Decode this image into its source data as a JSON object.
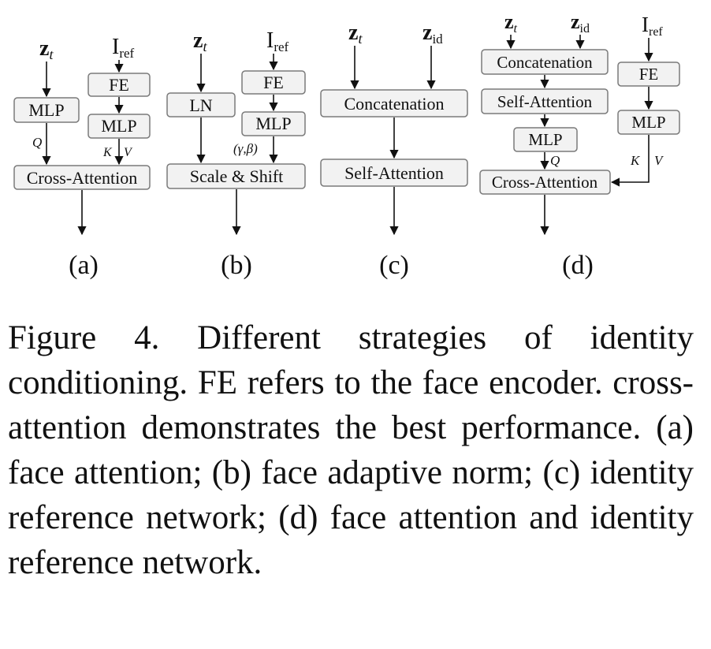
{
  "panels": {
    "a": {
      "tag": "(a)",
      "inputs": {
        "z": "z",
        "z_sub": "t",
        "ref": "I",
        "ref_sub": "ref"
      },
      "boxes": {
        "mlp_left": "MLP",
        "fe": "FE",
        "mlp_right": "MLP",
        "cross": "Cross-Attention"
      },
      "edges": {
        "q": "Q",
        "k": "K",
        "v": "V"
      }
    },
    "b": {
      "tag": "(b)",
      "inputs": {
        "z": "z",
        "z_sub": "t",
        "ref": "I",
        "ref_sub": "ref"
      },
      "boxes": {
        "ln": "LN",
        "fe": "FE",
        "mlp": "MLP",
        "scale": "Scale & Shift"
      },
      "edges": {
        "gamma_beta": "(γ,β)"
      }
    },
    "c": {
      "tag": "(c)",
      "inputs": {
        "z": "z",
        "z_sub": "t",
        "zid": "z",
        "zid_sub": "id"
      },
      "boxes": {
        "concat": "Concatenation",
        "self": "Self-Attention"
      }
    },
    "d": {
      "tag": "(d)",
      "inputs": {
        "z": "z",
        "z_sub": "t",
        "zid": "z",
        "zid_sub": "id",
        "ref": "I",
        "ref_sub": "ref"
      },
      "boxes": {
        "concat": "Concatenation",
        "self": "Self-Attention",
        "mlp_mid": "MLP",
        "cross": "Cross-Attention",
        "fe": "FE",
        "mlp_right": "MLP"
      },
      "edges": {
        "q": "Q",
        "k": "K",
        "v": "V"
      }
    }
  },
  "caption": "Figure 4.  Different strategies of identity conditioning. FE refers to the face encoder. cross-attention demonstrates the best performance.  (a) face attention; (b) face adaptive norm; (c) identity reference network; (d) face attention and identity reference network."
}
